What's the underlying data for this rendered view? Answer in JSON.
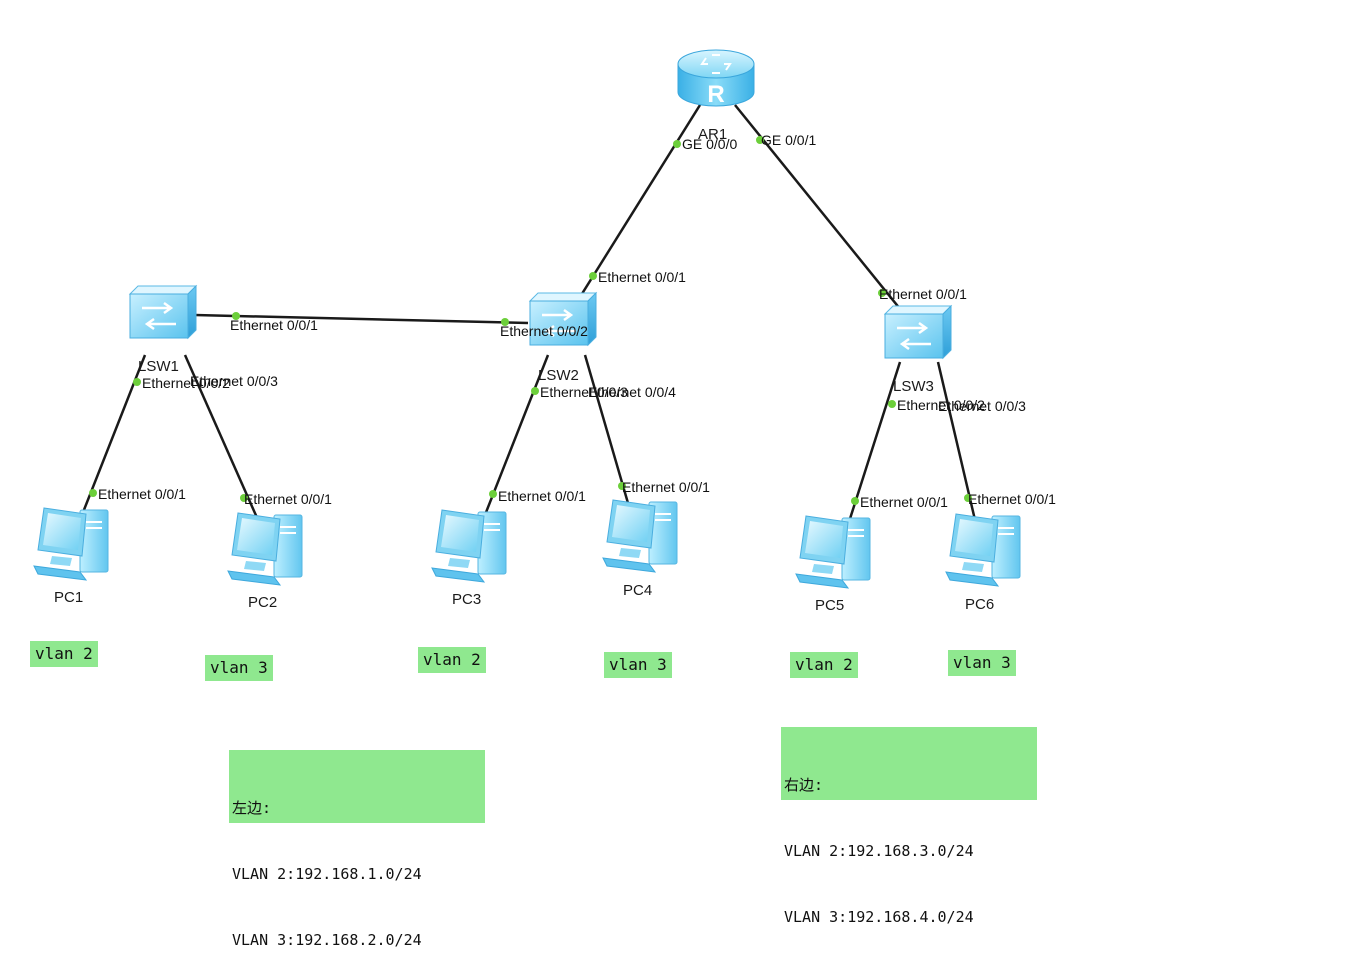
{
  "devices": {
    "router": {
      "label": "AR1"
    },
    "switches": [
      {
        "label": "LSW1"
      },
      {
        "label": "LSW2"
      },
      {
        "label": "LSW3"
      }
    ],
    "pcs": [
      {
        "label": "PC1"
      },
      {
        "label": "PC2"
      },
      {
        "label": "PC3"
      },
      {
        "label": "PC4"
      },
      {
        "label": "PC5"
      },
      {
        "label": "PC6"
      }
    ]
  },
  "ports": [
    "GE 0/0/0",
    "GE 0/0/1",
    "Ethernet 0/0/1",
    "Ethernet 0/0/1",
    "Ethernet 0/0/1",
    "Ethernet 0/0/2",
    "Ethernet 0/0/2",
    "Ethernet 0/0/3",
    "Ethernet 0/0/1",
    "Ethernet 0/0/1",
    "Ethernet 0/0/3",
    "Ethernet 0/0/4",
    "Ethernet 0/0/1",
    "Ethernet 0/0/1",
    "Ethernet 0/0/2",
    "Ethernet 0/0/3",
    "Ethernet 0/0/1",
    "Ethernet 0/0/1"
  ],
  "vlan_tags": [
    "vlan 2",
    "vlan 3",
    "vlan 2",
    "vlan 3",
    "vlan 2",
    "vlan 3"
  ],
  "notes": {
    "left": {
      "title": "左边:",
      "line1": "VLAN 2:192.168.1.0/24",
      "line2": "VLAN 3:192.168.2.0/24"
    },
    "right": {
      "title": "右边:",
      "line1": "VLAN 2:192.168.3.0/24",
      "line2": "VLAN 3:192.168.4.0/24"
    }
  },
  "colors": {
    "link": "#1a1a1a",
    "port_dot": "#6ccf3a",
    "note_bg": "#8fe88f",
    "device": "#5bc8f0"
  }
}
